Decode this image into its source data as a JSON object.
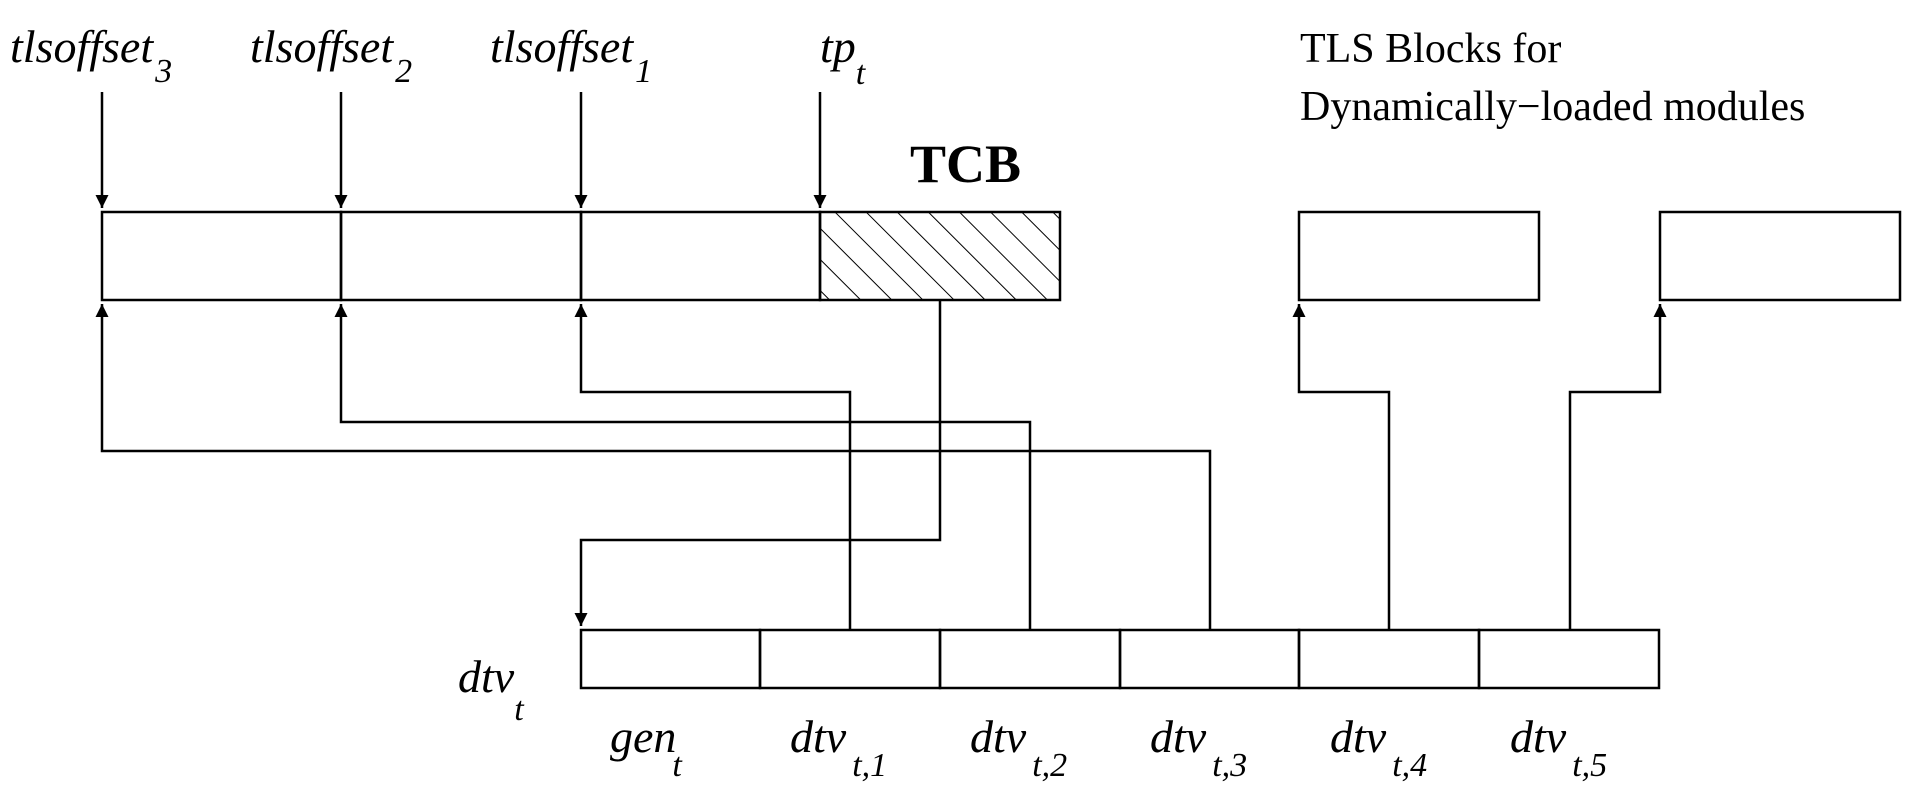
{
  "labels": {
    "offset3_main": "tlsoffset",
    "offset3_sub": "3",
    "offset2_main": "tlsoffset",
    "offset2_sub": "2",
    "offset1_main": "tlsoffset",
    "offset1_sub": "1",
    "tp_main": "tp",
    "tp_sub": "t",
    "tcb": "TCB",
    "dynamic_line1": "TLS Blocks for",
    "dynamic_line2": "Dynamically−loaded modules",
    "dtv_main": "dtv",
    "dtv_sub": "t"
  },
  "dtv_slots": [
    {
      "main": "gen",
      "sub": "t"
    },
    {
      "main": "dtv",
      "sub": "t,1"
    },
    {
      "main": "dtv",
      "sub": "t,2"
    },
    {
      "main": "dtv",
      "sub": "t,3"
    },
    {
      "main": "dtv",
      "sub": "t,4"
    },
    {
      "main": "dtv",
      "sub": "t,5"
    }
  ],
  "colors": {
    "stroke": "#000000",
    "background": "#ffffff"
  }
}
